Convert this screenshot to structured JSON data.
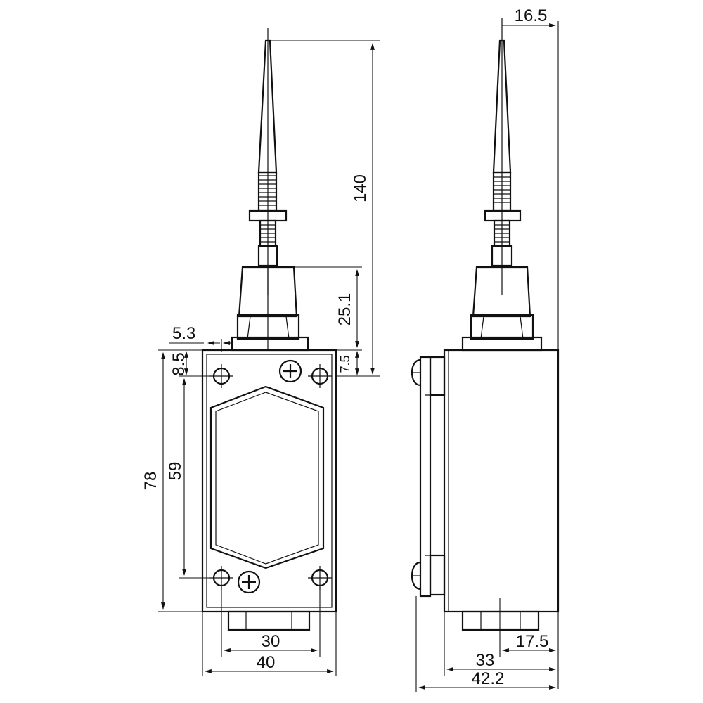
{
  "dimensions": {
    "total_height": "140",
    "head_height": "25.1",
    "base_offset": "7.5",
    "hole_offset_x": "5.3",
    "hole_offset_y": "8.5",
    "body_height": "78",
    "hole_spacing_v": "59",
    "hole_spacing_h": "30",
    "body_width": "40",
    "rod_offset": "16.5",
    "rod_to_back": "17.5",
    "side_depth": "33",
    "side_total": "42.2"
  }
}
